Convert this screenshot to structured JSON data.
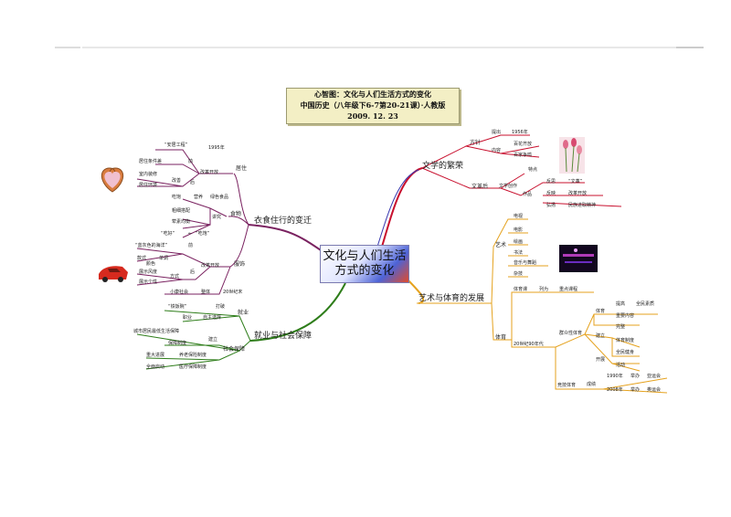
{
  "title": {
    "line1": "心智图：文化与人们生活方式的变化",
    "line2": "中国历史（八年级下6-7第20-21课）·人教版",
    "line3": "2009. 12. 23"
  },
  "center": {
    "line1": "文化与人们生活",
    "line2": "方式的变化"
  },
  "branches": {
    "food": {
      "label": "衣食住行的变迁",
      "live": {
        "label": "居住",
        "items": [
          "“安居工程”",
          "1995年",
          "改革开放",
          "居住条件差",
          "前",
          "后",
          "室内装修",
          "居住环境",
          "改善"
        ]
      },
      "eat": {
        "label": "食物",
        "items": [
          "讲究",
          "绿色食品",
          "吃饱",
          "营养",
          "粗细搭配",
          "荤素均衡",
          "“吃好”",
          "“吃饱”",
          "←"
        ]
      },
      "dress": {
        "label": "服饰",
        "items": [
          "改革开放",
          "“蓝灰色的海洋”",
          "前",
          "款式",
          "单调",
          "后",
          "颜色",
          "展示个性",
          "展示风度",
          "方式",
          "小康社会",
          "整体",
          "20世纪末"
        ]
      }
    },
    "work": {
      "label": "就业与社会保障",
      "jobs": {
        "label": "就业",
        "items": [
          "“铁饭碗”",
          "打破",
          "职业",
          "自主选择"
        ]
      },
      "security": {
        "label": "社会保障",
        "items": [
          "城市居民最低生活保障",
          "建立",
          "保障制度",
          "重大进展",
          "养老保险制度",
          "全面启动",
          "医疗保障制度"
        ]
      }
    },
    "lit": {
      "label": "文学的繁荣",
      "policy": {
        "label": "方针",
        "items": [
          "提出",
          "1956年",
          "内容",
          "百花齐放",
          "百家争鸣"
        ]
      },
      "late": {
        "label": "文革后",
        "items": [
          "文学创作",
          "特点",
          "作品",
          "反思",
          "“文革”",
          "反映",
          "改革开放",
          "弘扬",
          "民族进取精神"
        ]
      }
    },
    "art": {
      "label": "艺术与体育的发展",
      "arts": {
        "label": "艺术",
        "items": [
          "电视",
          "电影",
          "绘画",
          "书法",
          "音乐与舞蹈",
          "杂技"
        ]
      },
      "sport": {
        "label": "体育",
        "items": [
          "体育课",
          "列为",
          "重点课程",
          "20世纪90年代",
          "群众性体育",
          "体育",
          "提高",
          "全民素质",
          "重要内容",
          "建立",
          "完整",
          "体育制度",
          "开展",
          "全民健身",
          "活动",
          "竞技体育",
          "成绩",
          "1990年",
          "举办",
          "亚运会",
          "2008年",
          "举办",
          "奥运会"
        ]
      }
    }
  },
  "colors": {
    "food": "#7a2260",
    "work": "#2e7d1a",
    "lit": "#c8102e",
    "art": "#e5a21e"
  }
}
